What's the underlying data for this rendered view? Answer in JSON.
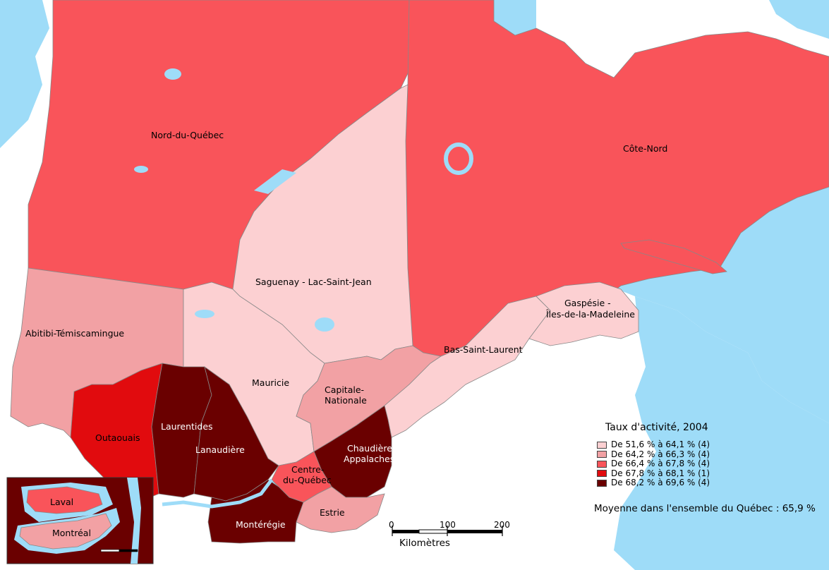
{
  "colors": {
    "water": "#9edcf8",
    "land_outside": "#ffffff",
    "class1": "#fcd0d2",
    "class2": "#f2a1a4",
    "class3": "#f9545a",
    "class4": "#e10b0e",
    "class5": "#6a0000"
  },
  "regions": [
    {
      "name": "Nord-du-Québec",
      "class": 3
    },
    {
      "name": "Côte-Nord",
      "class": 3
    },
    {
      "name": "Saguenay - Lac-Saint-Jean",
      "class": 1
    },
    {
      "name": "Abitibi-Témiscamingue",
      "class": 2
    },
    {
      "name": "Mauricie",
      "class": 1
    },
    {
      "name": "Capitale-\nNationale",
      "class": 2
    },
    {
      "name": "Bas-Saint-Laurent",
      "class": 1
    },
    {
      "name": "Gaspésie -\nÎles-de-la-Madeleine",
      "class": 1
    },
    {
      "name": "Outaouais",
      "class": 4
    },
    {
      "name": "Laurentides",
      "class": 5
    },
    {
      "name": "Lanaudière",
      "class": 5
    },
    {
      "name": "Chaudière-\nAppalaches",
      "class": 5
    },
    {
      "name": "Centre-\ndu-Québec",
      "class": 3
    },
    {
      "name": "Estrie",
      "class": 2
    },
    {
      "name": "Montérégie",
      "class": 5
    },
    {
      "name": "Laval",
      "class": 3
    },
    {
      "name": "Montréal",
      "class": 2
    }
  ],
  "labels": {
    "nord": "Nord-du-Québec",
    "cote": "Côte-Nord",
    "saguenay": "Saguenay - Lac-Saint-Jean",
    "abitibi": "Abitibi-Témiscamingue",
    "mauricie": "Mauricie",
    "capitale1": "Capitale-",
    "capitale2": "Nationale",
    "bsl": "Bas-Saint-Laurent",
    "gaspesie1": "Gaspésie -",
    "gaspesie2": "Îles-de-la-Madeleine",
    "outaouais": "Outaouais",
    "laurentides": "Laurentides",
    "lanaudiere": "Lanaudière",
    "chaudiere1": "Chaudière-",
    "chaudiere2": "Appalaches",
    "centre1": "Centre-",
    "centre2": "du-Québec",
    "estrie": "Estrie",
    "monteregie": "Montérégie",
    "laval": "Laval",
    "montreal": "Montréal"
  },
  "legend": {
    "title": "Taux d'activité, 2004",
    "items": [
      {
        "label": "De 51,6 % à 64,1 %  (4)",
        "color": "#fcd0d2"
      },
      {
        "label": "De 64,2 % à 66,3 %  (4)",
        "color": "#f2a1a4"
      },
      {
        "label": "De 66,4 % à 67,8 %  (4)",
        "color": "#f9545a"
      },
      {
        "label": "De 67,8 % à 68,1 %  (1)",
        "color": "#e10b0e"
      },
      {
        "label": "De 68,2 % à 69,6 %  (4)",
        "color": "#6a0000"
      }
    ],
    "mean": "Moyenne dans l'ensemble du Québec : 65,9 %"
  },
  "scale": {
    "ticks": [
      "0",
      "100",
      "200"
    ],
    "unit": "Kilomètres"
  }
}
